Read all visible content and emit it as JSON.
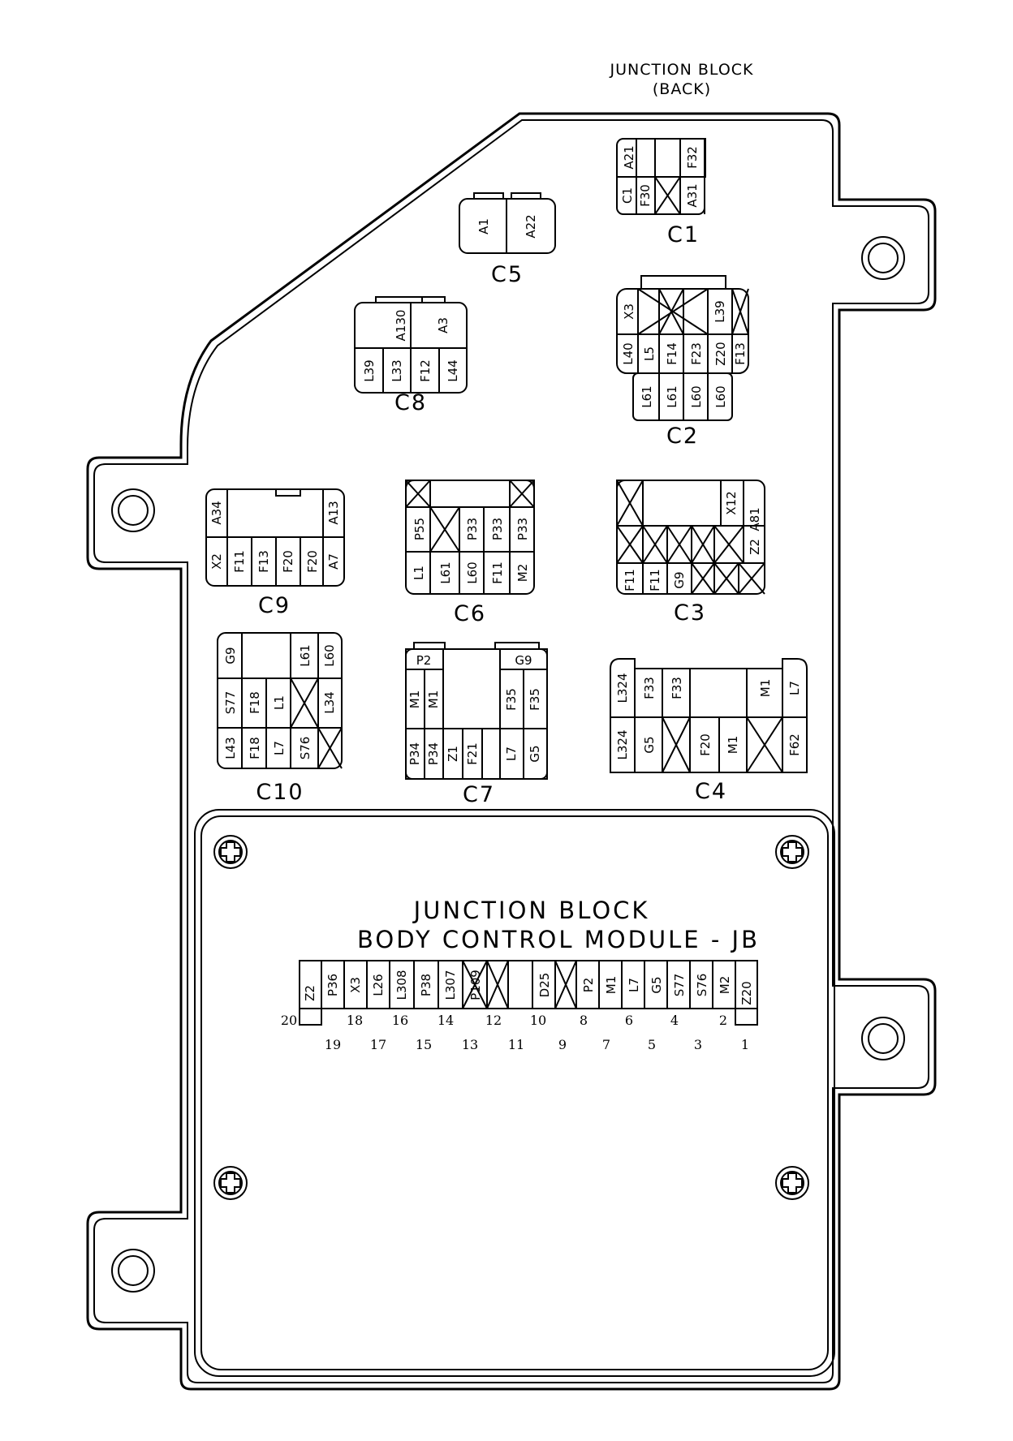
{
  "header": {
    "title_line1": "JUNCTION BLOCK",
    "title_line2": "(BACK)"
  },
  "connectors": {
    "c1": {
      "name": "C1",
      "cells": [
        "A21",
        "F32",
        "C1",
        "F30",
        "A31"
      ]
    },
    "c5": {
      "name": "C5",
      "cells": [
        "A1",
        "A22"
      ]
    },
    "c8": {
      "name": "C8",
      "cells": [
        "A130",
        "A3",
        "L39",
        "L33",
        "F12",
        "L44"
      ]
    },
    "c2": {
      "name": "C2",
      "cells": [
        "X3",
        "L39",
        "L40",
        "L5",
        "F14",
        "F23",
        "Z20",
        "F13",
        "L61",
        "L61",
        "L60",
        "L60"
      ]
    },
    "c9": {
      "name": "C9",
      "cells": [
        "A34",
        "A13",
        "X2",
        "F11",
        "F13",
        "F20",
        "F20",
        "A7"
      ]
    },
    "c6": {
      "name": "C6",
      "cells": [
        "P55",
        "P33",
        "P33",
        "P33",
        "L1",
        "L61",
        "L60",
        "F11",
        "M2"
      ]
    },
    "c3": {
      "name": "C3",
      "cells": [
        "X12",
        "A81",
        "Z2",
        "F11",
        "F11",
        "G9"
      ]
    },
    "c10": {
      "name": "C10",
      "cells": [
        "G9",
        "L61",
        "L60",
        "S77",
        "F18",
        "L1",
        "L34",
        "L43",
        "F18",
        "L7",
        "S76"
      ]
    },
    "c7": {
      "name": "C7",
      "cells": [
        "P2",
        "G9",
        "M1",
        "M1",
        "F35",
        "F35",
        "P34",
        "P34",
        "Z1",
        "F21",
        "L7",
        "G5"
      ]
    },
    "c4": {
      "name": "C4",
      "cells": [
        "L324",
        "F33",
        "F33",
        "M1",
        "L7",
        "L324",
        "G5",
        "F20",
        "M1",
        "F62"
      ]
    }
  },
  "module": {
    "title_line1": "JUNCTION BLOCK",
    "title_line2": "BODY CONTROL MODULE - JB",
    "pins": [
      "Z2",
      "P36",
      "X3",
      "L26",
      "L308",
      "P38",
      "L307",
      "P109",
      "D25",
      "P2",
      "M1",
      "L7",
      "G5",
      "S77",
      "S76",
      "M2",
      "Z20"
    ],
    "upper_numbers": [
      "20",
      "18",
      "16",
      "14",
      "12",
      "10",
      "8",
      "6",
      "4",
      "2"
    ],
    "lower_numbers": [
      "19",
      "17",
      "15",
      "13",
      "11",
      "9",
      "7",
      "5",
      "3",
      "1"
    ]
  }
}
